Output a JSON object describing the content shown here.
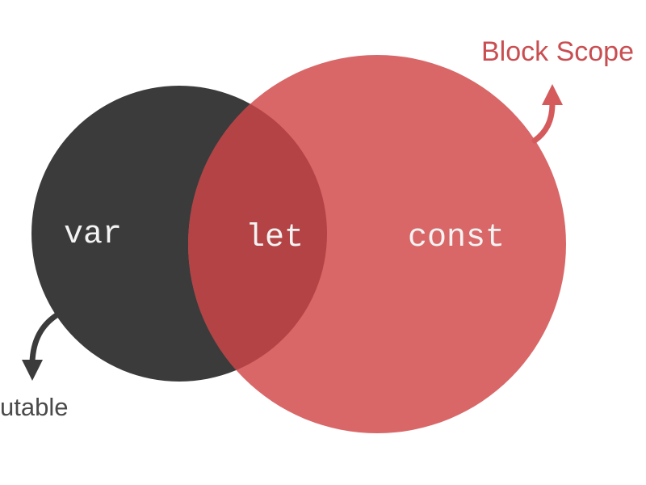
{
  "diagram": {
    "type": "venn",
    "sets": [
      {
        "name": "var",
        "color": "#3b3b3b"
      },
      {
        "name": "const",
        "color": "#d55a5c"
      }
    ],
    "intersection_label": "let",
    "intersection_color": "#b44345",
    "annotations": {
      "right": {
        "text": "Block Scope",
        "color": "#c94e52",
        "arrow": "arrow-up-icon"
      },
      "left": {
        "text": "utable",
        "color": "#4a4a4a",
        "arrow": "arrow-down-icon"
      }
    },
    "text_color": "#f3f3f3"
  }
}
